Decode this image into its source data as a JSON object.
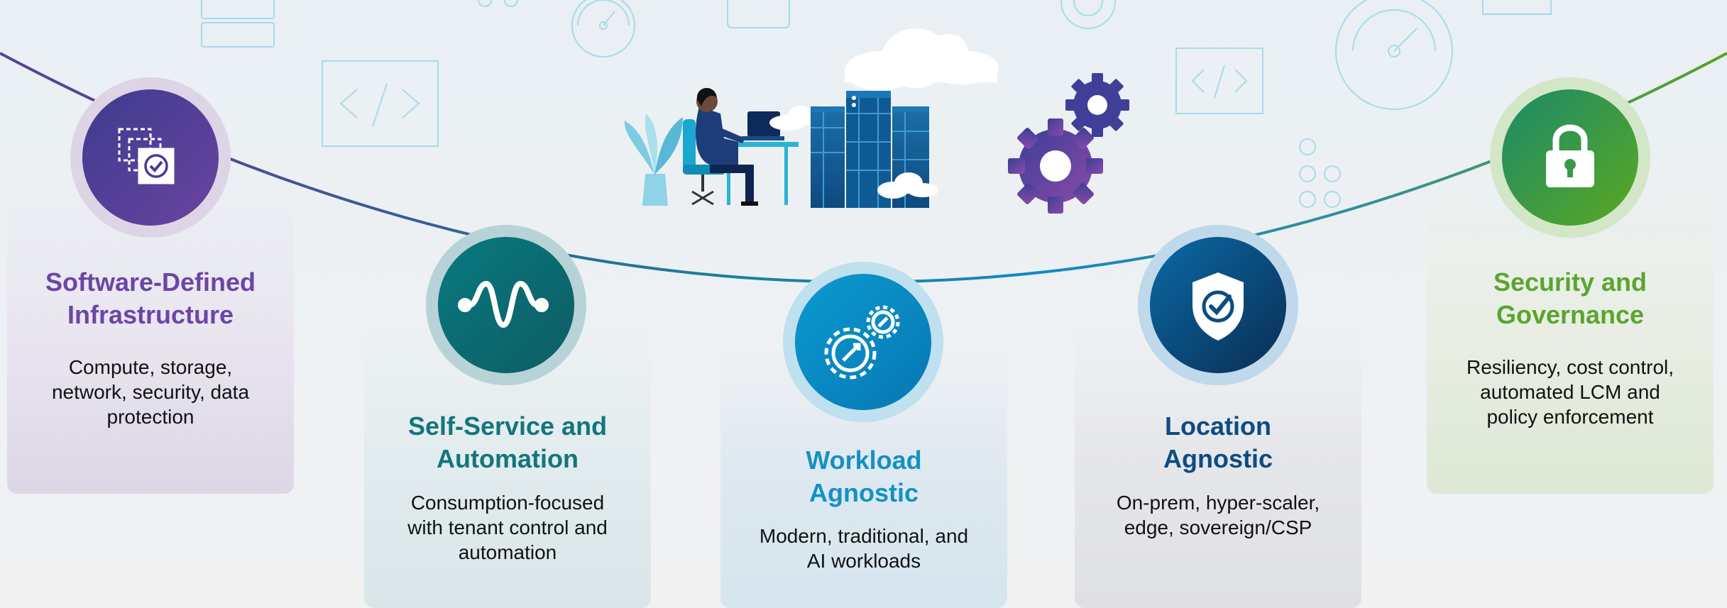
{
  "colors": {
    "purple": "#5b3f96",
    "teal": "#0f6b70",
    "blue": "#0a8ec6",
    "navy": "#0a5184",
    "green": "#4fa12a",
    "title_purple": "#6b46a5",
    "title_teal": "#12767c",
    "title_blue": "#1391c7",
    "title_navy": "#0c4c82",
    "title_green": "#5ba52d",
    "deco_line": "#9fd6e5"
  },
  "pillars": [
    {
      "id": "sdi",
      "title": "Software-Defined\nInfrastructure",
      "description": "Compute, storage,\nnetwork, security, data\nprotection",
      "icon": "stacked-windows-check-icon"
    },
    {
      "id": "ssa",
      "title": "Self-Service and\nAutomation",
      "description": "Consumption-focused\nwith tenant control and\nautomation",
      "icon": "wave-signal-icon"
    },
    {
      "id": "wa",
      "title": "Workload\nAgnostic",
      "description": "Modern, traditional, and\nAI workloads",
      "icon": "gears-icon"
    },
    {
      "id": "la",
      "title": "Location\nAgnostic",
      "description": "On-prem, hyper-scaler,\nedge, sovereign/CSP",
      "icon": "shield-check-icon"
    },
    {
      "id": "sg",
      "title": "Security and\nGovernance",
      "description": "Resiliency, cost control,\nautomated LCM and\npolicy enforcement",
      "icon": "padlock-icon"
    }
  ],
  "illustration": {
    "elements": [
      "person-at-desk-icon",
      "plant-icon",
      "server-rack-icon",
      "cloud-icon",
      "gears-icon"
    ]
  }
}
